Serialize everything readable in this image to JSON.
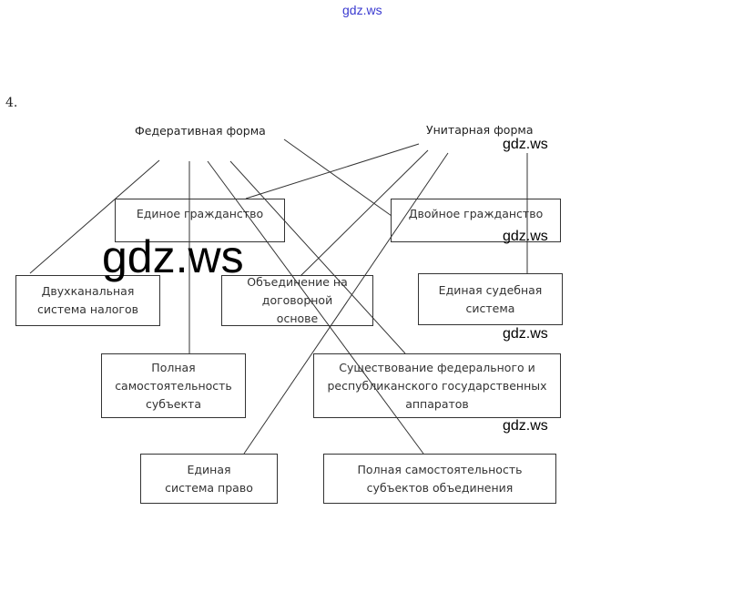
{
  "watermark_top": "gdz.ws",
  "watermark_small": "gdz.ws",
  "watermark_big": "gdz.ws",
  "task_number": "4.",
  "headers": {
    "federal": "Федеративная форма",
    "unitary": "Унитарная форма"
  },
  "boxes": {
    "single_citizenship": "Единое гражданство",
    "dual_citizenship": "Двойное гражданство",
    "two_channel_tax": "Двухканальная система налогов",
    "contract_union": "Объединение на договорной основе",
    "single_judicial": "Единая судебная система",
    "subject_independence": "Полная самостоятельность субъекта",
    "dual_apparatus": "Существование федерального и республиканского государственных аппаратов",
    "single_law": "Единая система право",
    "union_independence": "Полная самостоятельность субъектов объединения"
  }
}
